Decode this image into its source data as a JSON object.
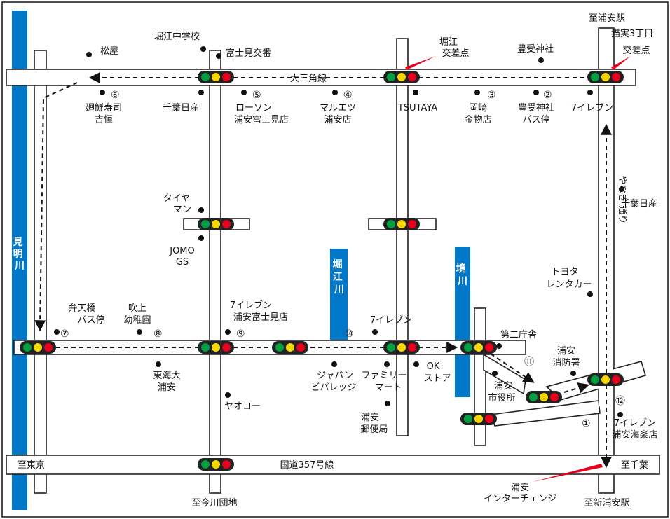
{
  "labels": {
    "to_urayasu_station": "至浦安駅",
    "to_tokyo": "至東京",
    "to_chiba": "至千葉",
    "to_imagawa": "至今川団地",
    "to_shin_urayasu": "至新浦安駅",
    "route357": "国道357号線",
    "daisankaku": "大三角線",
    "yanagi_l1": "やなぎ",
    "yanagi_l2": "通り",
    "river_mimei": [
      "見",
      "明",
      "川"
    ],
    "river_horie": [
      "堀",
      "江",
      "川"
    ],
    "river_sakai": [
      "境",
      "川"
    ],
    "horie_crossing_l1": "堀江",
    "horie_crossing_l2": "交差点",
    "nekozane_l1": "猫実3丁目",
    "nekozane_l2": "交差点",
    "ic_l1": "浦安",
    "ic_l2": "インターチェンジ"
  },
  "places": {
    "matsuya": "松屋",
    "horie_jhs": "堀江中学校",
    "fujimi_koban": "富士見交番",
    "toyouke_shrine": "豊受神社",
    "kaisen_l1": "廻鮮寿司",
    "kaisen_l2": "吉恒",
    "chiba_nissan1": "千葉日産",
    "lawson_l1": "ローソン",
    "lawson_l2": "浦安富士見店",
    "maruetsu_l1": "マルエツ",
    "maruetsu_l2": "浦安店",
    "tsutaya": "TSUTAYA",
    "okazaki_l1": "岡崎",
    "okazaki_l2": "金物店",
    "toyouke_bus_l1": "豊受神社",
    "toyouke_bus_l2": "バス停",
    "seven_top": "7イレブン",
    "tire_l1": "タイヤ",
    "tire_l2": "マン",
    "jomo_l1": "JOMO",
    "jomo_l2": "GS",
    "chiba_nissan2": "千葉日産",
    "toyota_l1": "トヨタ",
    "toyota_l2": "レンタカー",
    "benten_l1": "弁天橋",
    "benten_l2": "バス停",
    "fukiage_l1": "吹上",
    "fukiage_l2": "幼稚園",
    "seven_fujimi_l1": "7イレブン",
    "seven_fujimi_l2": "浦安富士見店",
    "seven_mid": "7イレブン",
    "dai2_chosha": "第二庁舎",
    "shobosho_l1": "浦安",
    "shobosho_l2": "消防署",
    "tokai_l1": "東海大",
    "tokai_l2": "浦安",
    "japan_l1": "ジャパン",
    "japan_l2": "ビバレッジ",
    "family_l1": "ファミリー",
    "family_l2": "マート",
    "ok_l1": "OK",
    "ok_l2": "ストア",
    "shiyakusho_l1": "浦安",
    "shiyakusho_l2": "市役所",
    "yaokoo": "ヤオコー",
    "yubinkyoku_l1": "浦安",
    "yubinkyoku_l2": "郵便局",
    "seven_kairaku_l1": "7イレブン",
    "seven_kairaku_l2": "浦安海楽店"
  },
  "numbers": {
    "n1": "①",
    "n2": "②",
    "n3": "③",
    "n4": "④",
    "n5": "⑤",
    "n6": "⑥",
    "n7": "⑦",
    "n8": "⑧",
    "n9": "⑨",
    "n10": "⑩",
    "n11": "⑪",
    "n12": "⑫"
  },
  "colors": {
    "river": "#0077c8",
    "signal_green": "#00a040",
    "signal_yellow": "#f5d800",
    "signal_red": "#e8001c",
    "pointer": "#e8001c"
  }
}
